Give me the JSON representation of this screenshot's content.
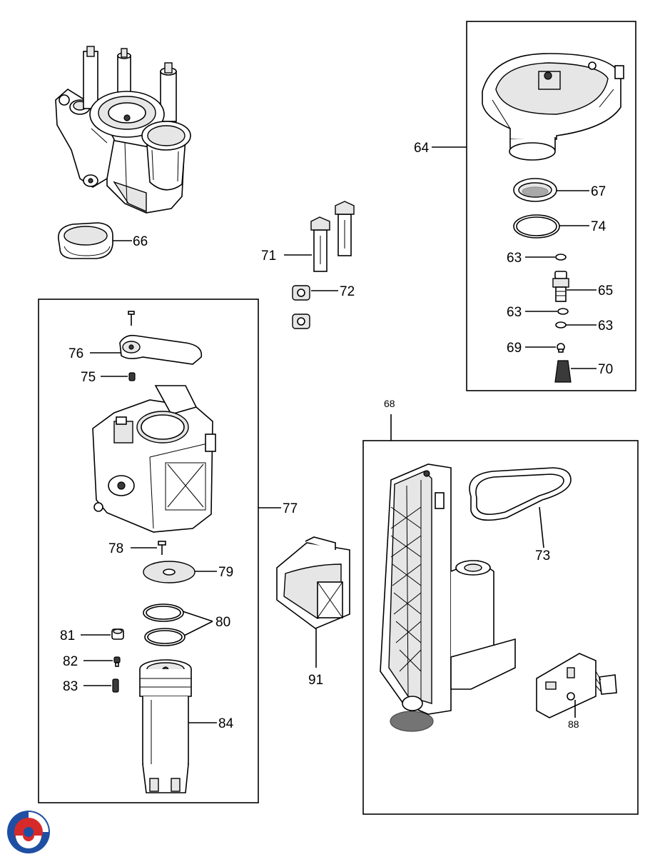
{
  "labels": {
    "p63a": "63",
    "p63b": "63",
    "p63c": "63",
    "p64": "64",
    "p65": "65",
    "p66": "66",
    "p67": "67",
    "p68": "68",
    "p69": "69",
    "p70": "70",
    "p71": "71",
    "p72": "72",
    "p73": "73",
    "p74": "74",
    "p75": "75",
    "p76": "76",
    "p77": "77",
    "p78": "78",
    "p79": "79",
    "p80": "80",
    "p81": "81",
    "p82": "82",
    "p83": "83",
    "p84": "84",
    "p88": "88",
    "p91": "91"
  },
  "logo": {
    "colors": [
      "#1f4fa3",
      "#d62a2a"
    ]
  }
}
